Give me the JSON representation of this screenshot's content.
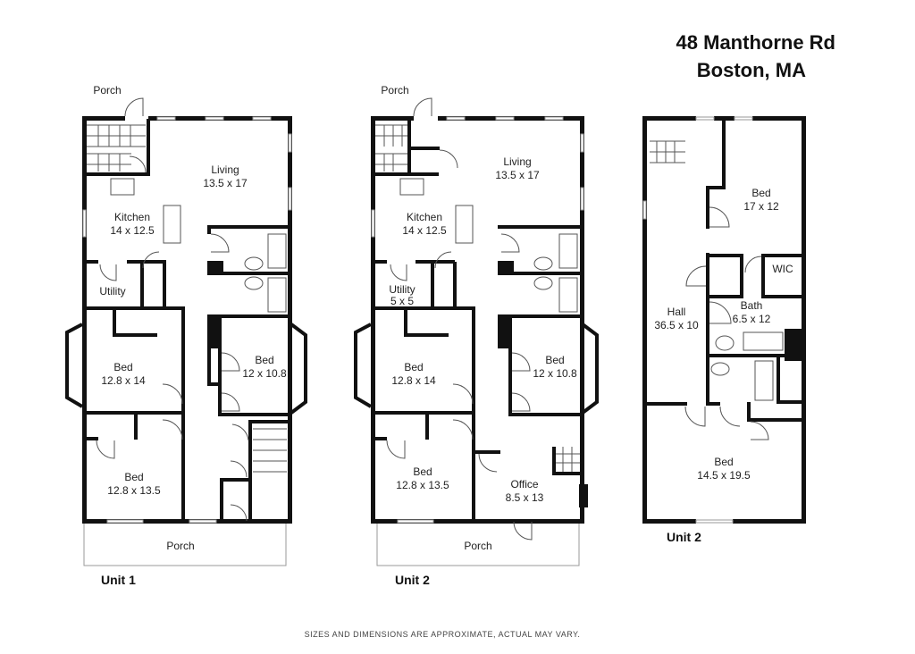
{
  "title": {
    "line1": "48 Manthorne Rd",
    "line2": "Boston, MA"
  },
  "plans": [
    {
      "unit_label": "Unit 1",
      "rooms": {
        "porch_top": "Porch",
        "living": {
          "name": "Living",
          "size": "13.5 x 17"
        },
        "kitchen": {
          "name": "Kitchen",
          "size": "14 x 12.5"
        },
        "utility": {
          "name": "Utility",
          "size": ""
        },
        "bed_left": {
          "name": "Bed",
          "size": "12.8 x 14"
        },
        "bed_right": {
          "name": "Bed",
          "size": "12 x 10.8"
        },
        "bed_bottom": {
          "name": "Bed",
          "size": "12.8 x 13.5"
        },
        "porch_bottom": "Porch"
      }
    },
    {
      "unit_label": "Unit 2",
      "rooms": {
        "porch_top": "Porch",
        "living": {
          "name": "Living",
          "size": "13.5 x 17"
        },
        "kitchen": {
          "name": "Kitchen",
          "size": "14 x 12.5"
        },
        "utility": {
          "name": "Utility",
          "size": "5 x 5"
        },
        "bed_left": {
          "name": "Bed",
          "size": "12.8 x 14"
        },
        "bed_right": {
          "name": "Bed",
          "size": "12 x 10.8"
        },
        "bed_bottom": {
          "name": "Bed",
          "size": "12.8 x 13.5"
        },
        "office": {
          "name": "Office",
          "size": "8.5 x 13"
        },
        "porch_bottom": "Porch"
      }
    },
    {
      "unit_label": "Unit 2",
      "rooms": {
        "bed_top": {
          "name": "Bed",
          "size": "17 x 12"
        },
        "wic": "WIC",
        "hall": {
          "name": "Hall",
          "size": "36.5 x 10"
        },
        "bath": {
          "name": "Bath",
          "size": "6.5 x 12"
        },
        "bed_bottom": {
          "name": "Bed",
          "size": "14.5 x 19.5"
        }
      }
    }
  ],
  "footer_note": "SIZES AND DIMENSIONS ARE APPROXIMATE, ACTUAL MAY VARY."
}
